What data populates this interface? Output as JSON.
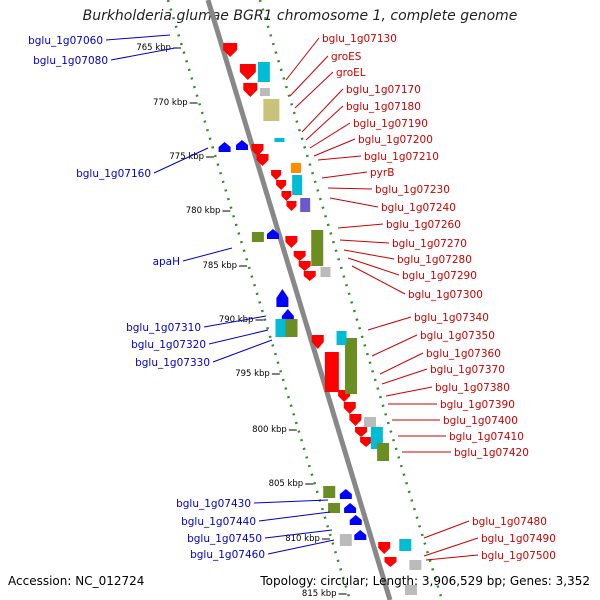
{
  "title": "Burkholderia glumae BGR1 chromosome 1, complete genome",
  "footer": {
    "accession": "Accession: NC_012724",
    "topology": "Topology: circular; Length: 3,906,529 bp; Genes: 3,352"
  },
  "kbp_ticks": [
    "765 kbp",
    "770 kbp",
    "775 kbp",
    "780 kbp",
    "785 kbp",
    "790 kbp",
    "795 kbp",
    "800 kbp",
    "805 kbp",
    "810 kbp",
    "815 kbp"
  ],
  "blue_labels": [
    "bglu_1g07060",
    "bglu_1g07080",
    "bglu_1g07160",
    "apaH",
    "bglu_1g07310",
    "bglu_1g07320",
    "bglu_1g07330",
    "bglu_1g07430",
    "bglu_1g07440",
    "bglu_1g07450",
    "bglu_1g07460"
  ],
  "red_labels": [
    "bglu_1g07130",
    "groES",
    "groEL",
    "bglu_1g07170",
    "bglu_1g07180",
    "bglu_1g07190",
    "bglu_1g07200",
    "bglu_1g07210",
    "pyrB",
    "bglu_1g07230",
    "bglu_1g07240",
    "bglu_1g07260",
    "bglu_1g07270",
    "bglu_1g07280",
    "bglu_1g07290",
    "bglu_1g07300",
    "bglu_1g07340",
    "bglu_1g07350",
    "bglu_1g07360",
    "bglu_1g07370",
    "bglu_1g07380",
    "bglu_1g07390",
    "bglu_1g07400",
    "bglu_1g07410",
    "bglu_1g07420",
    "bglu_1g07480",
    "bglu_1g07490",
    "bglu_1g07500"
  ],
  "colors": {
    "backbone": "#888888",
    "reverse_gene": "#0000ff",
    "forward_gene": "#ff0000",
    "green_gene": "#6b8e23",
    "cyan_gene": "#00bcd4",
    "grey_gene": "#bbbbbb",
    "tick_green": "#2e8b2e",
    "blue_label": "#0000cc",
    "red_label": "#cc0000"
  }
}
